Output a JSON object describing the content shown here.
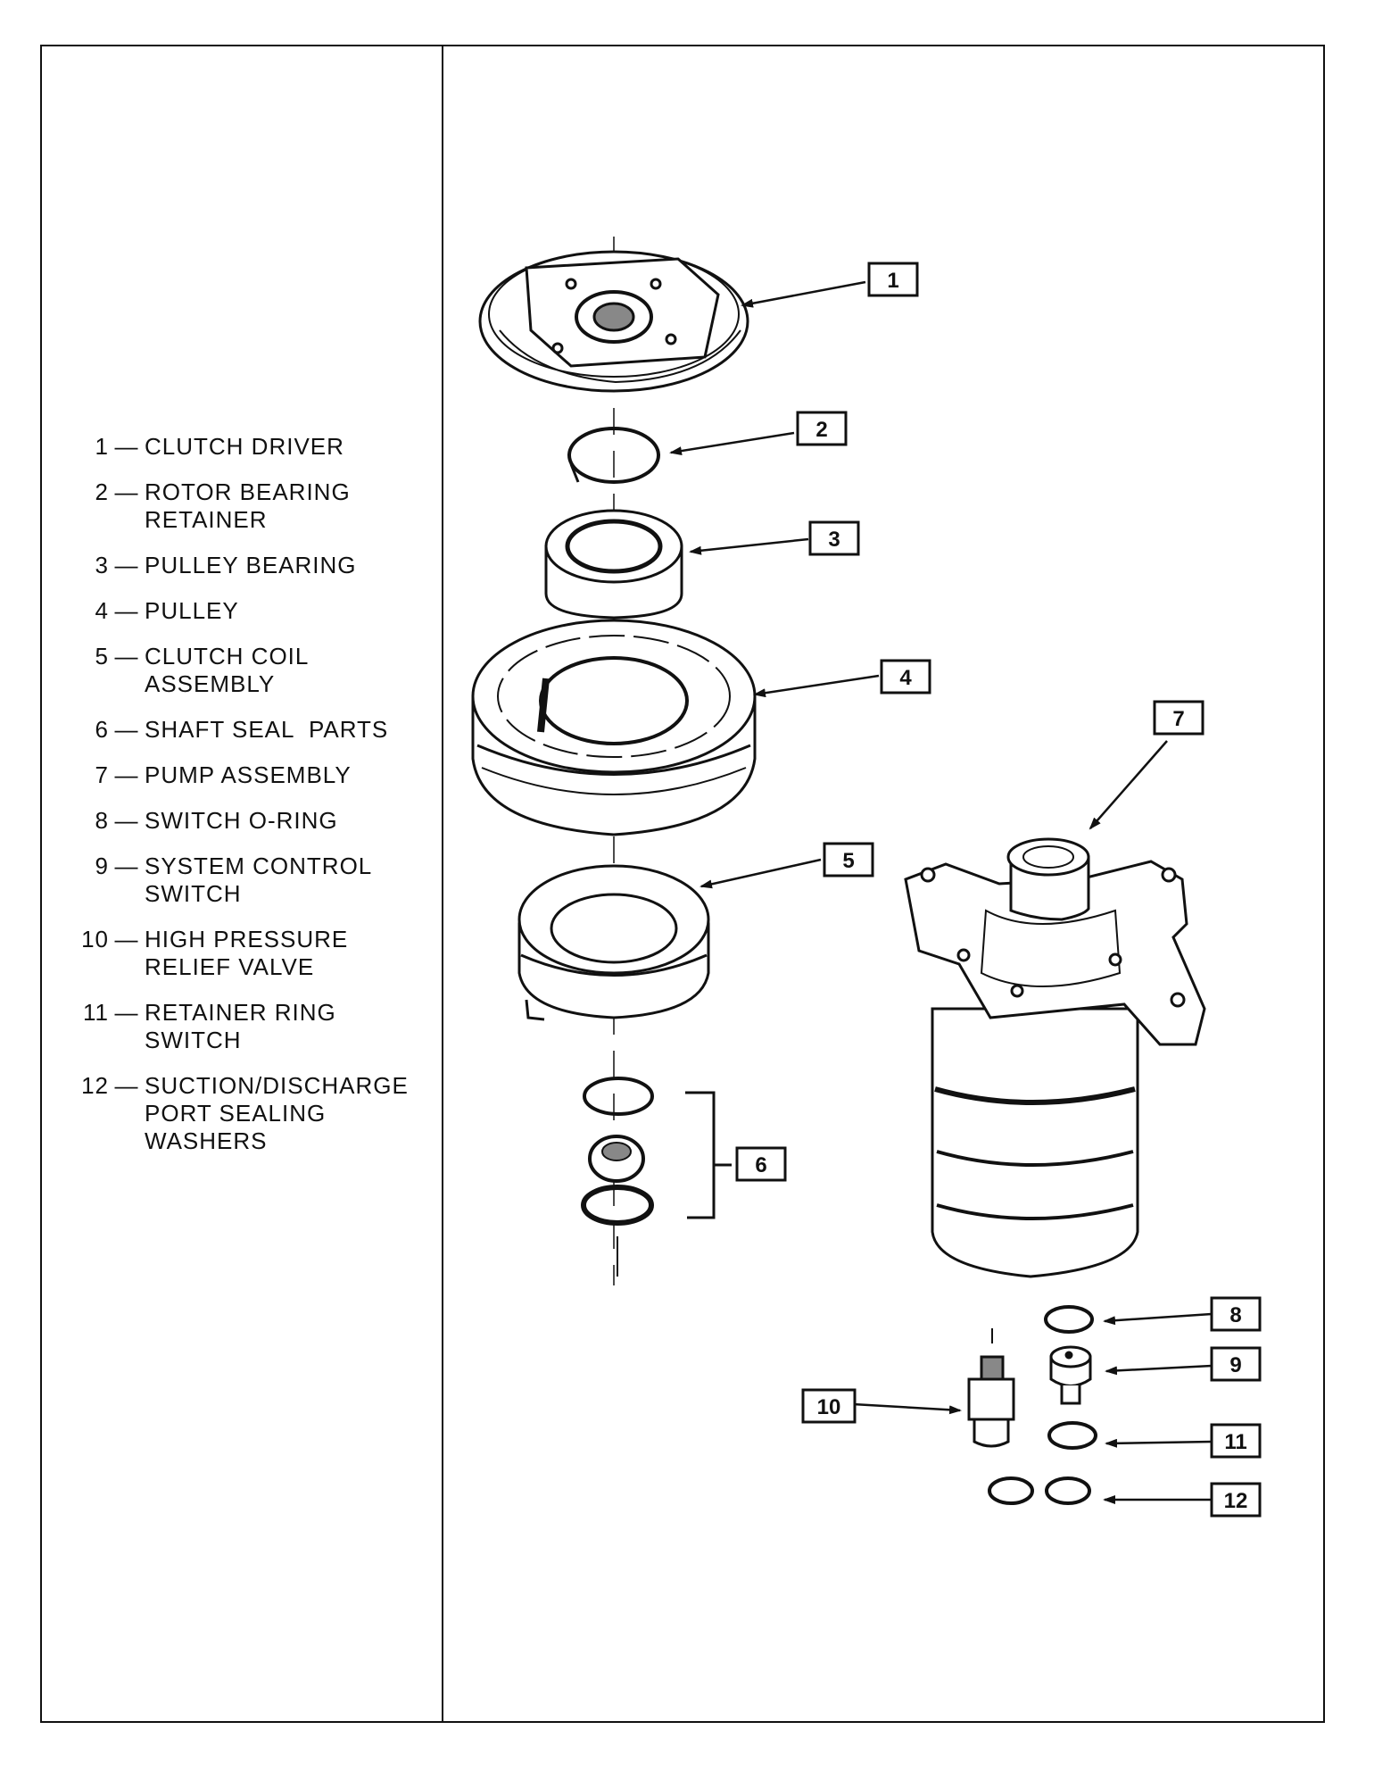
{
  "legend": [
    {
      "number": "1",
      "lines": [
        "CLUTCH DRIVER"
      ]
    },
    {
      "number": "2",
      "lines": [
        "ROTOR BEARING",
        "RETAINER"
      ]
    },
    {
      "number": "3",
      "lines": [
        "PULLEY BEARING"
      ]
    },
    {
      "number": "4",
      "lines": [
        "PULLEY"
      ]
    },
    {
      "number": "5",
      "lines": [
        "CLUTCH COIL",
        "ASSEMBLY"
      ]
    },
    {
      "number": "6",
      "lines": [
        "SHAFT SEAL  PARTS"
      ]
    },
    {
      "number": "7",
      "lines": [
        "PUMP ASSEMBLY"
      ]
    },
    {
      "number": "8",
      "lines": [
        "SWITCH O-RING"
      ]
    },
    {
      "number": "9",
      "lines": [
        "SYSTEM CONTROL",
        "SWITCH"
      ]
    },
    {
      "number": "10",
      "lines": [
        "HIGH PRESSURE",
        "RELIEF VALVE"
      ]
    },
    {
      "number": "11",
      "lines": [
        "RETAINER RING",
        "SWITCH"
      ]
    },
    {
      "number": "12",
      "lines": [
        "SUCTION/DISCHARGE",
        "PORT SEALING",
        "WASHERS"
      ]
    }
  ],
  "callouts": [
    "1",
    "2",
    "3",
    "4",
    "5",
    "6",
    "7",
    "8",
    "9",
    "10",
    "11",
    "12"
  ]
}
